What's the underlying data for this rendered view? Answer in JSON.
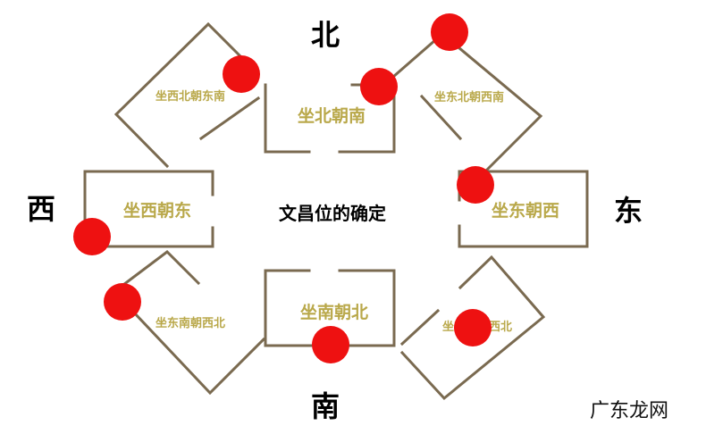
{
  "title": "文昌位的确定",
  "directions": {
    "north": "北",
    "south": "南",
    "west": "西",
    "east": "东"
  },
  "houses": {
    "north": "坐北朝南",
    "south": "坐南朝北",
    "west": "坐西朝东",
    "east": "坐东朝西",
    "northwest": "坐西北朝东南",
    "northeast": "坐东北朝西南",
    "southwest": "坐东南朝西北",
    "southeast": "坐东南朝西北"
  },
  "watermark": "广东龙网",
  "colors": {
    "frame": "#7a6a50",
    "marker": "#ee1111",
    "room_text": "#b9a84a",
    "direction_text": "#000000"
  }
}
